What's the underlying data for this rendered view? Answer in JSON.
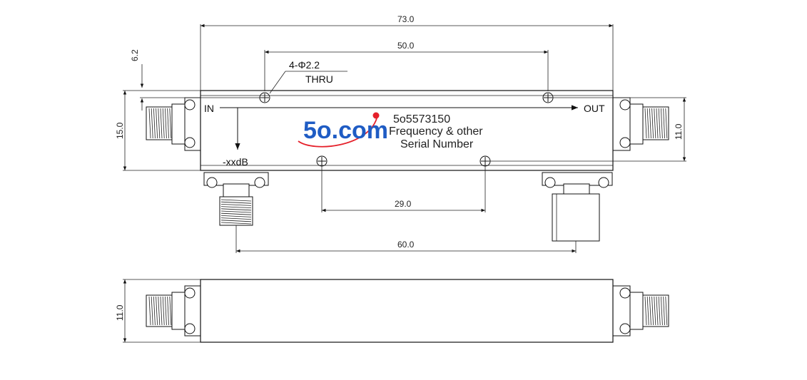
{
  "drawing": {
    "dimensions": {
      "overall_length": "73.0",
      "hole_spacing_top": "50.0",
      "hole_offset": "6.2",
      "body_height": "15.0",
      "port_spacing": "11.0",
      "hole_spacing_bottom": "29.0",
      "coupled_port_spacing": "60.0",
      "side_height": "11.0"
    },
    "labels": {
      "hole_spec": "4-Φ2.2",
      "hole_type": "THRU",
      "input_port": "IN",
      "output_port": "OUT",
      "coupling": "-xxdB"
    },
    "brand": {
      "name": "5o.com",
      "dot_color": "#e5202a",
      "text_color": "#1f5cc4"
    },
    "product": {
      "part_number": "5o5573150",
      "line2": "Frequency & other",
      "line3": "Serial Number"
    }
  }
}
